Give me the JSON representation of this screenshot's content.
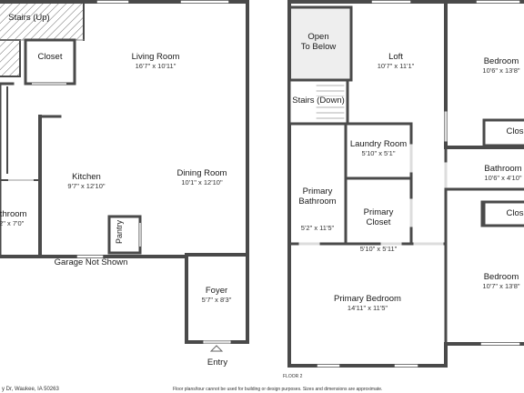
{
  "floor1": {
    "stairs_up": "Stairs (Up)",
    "closet": "Closet",
    "living_room": {
      "name": "Living Room",
      "dims": "16'7\" x 10'11\""
    },
    "kitchen": {
      "name": "Kitchen",
      "dims": "9'7\" x 12'10\""
    },
    "dining_room": {
      "name": "Dining Room",
      "dims": "10'1\" x 12'10\""
    },
    "bathroom": {
      "name": "athroom",
      "dims": "'2\" x 7'0\""
    },
    "pantry": "Pantry",
    "garage": "Garage Not Shown",
    "foyer": {
      "name": "Foyer",
      "dims": "5'7\" x 8'3\""
    },
    "entry": "Entry"
  },
  "floor2": {
    "open_to_below": "Open\nTo Below",
    "loft": {
      "name": "Loft",
      "dims": "10'7\" x 11'1\""
    },
    "stairs_down": "Stairs (Down)",
    "laundry": {
      "name": "Laundry Room",
      "dims": "5'10\" x 5'1\""
    },
    "primary_bathroom": {
      "name": "Primary\nBathroom",
      "dims": "5'2\" x 11'5\""
    },
    "primary_closet": {
      "name": "Primary\nCloset",
      "dims": "5'10\" x 5'11\""
    },
    "primary_bedroom": {
      "name": "Primary Bedroom",
      "dims": "14'11\" x 11'5\""
    },
    "bedroom_top": {
      "name": "Bedroom",
      "dims": "10'6\" x 13'8\""
    },
    "closet_a": "Clos",
    "bathroom_right": {
      "name": "Bathroom",
      "dims": "10'6\" x 4'10\""
    },
    "closet_b": "Clos",
    "bedroom_bottom": {
      "name": "Bedroom",
      "dims": "10'7\" x 13'8\""
    },
    "floor_label": "FLOOR 2"
  },
  "footer": {
    "address": "y Dr, Waukee, IA 50263",
    "disclaimer": "Floor plans/tour cannot be used for building or design purposes. Sizes and dimensions are approximate."
  }
}
